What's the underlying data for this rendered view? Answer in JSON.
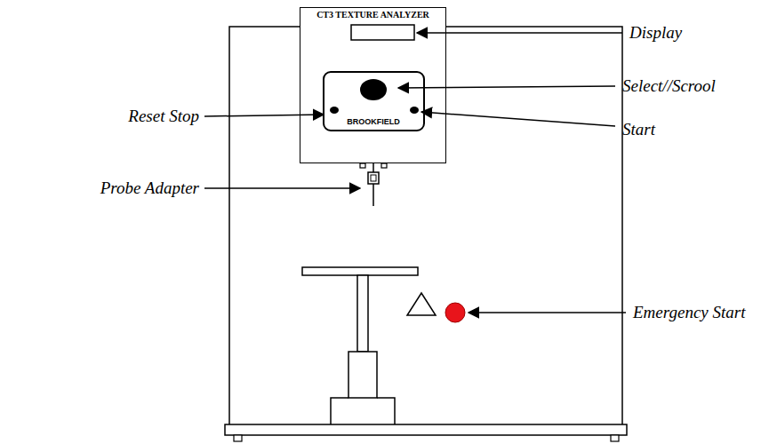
{
  "diagram": {
    "nodes": [
      {
        "text": [
          "CT3 TEXTURE ANALYZER"
        ]
      },
      {
        "text": [
          "BROOKFIELD"
        ],
        "in": 0
      }
    ],
    "labels": [
      "Display",
      "Select//Scrool",
      "Reset Stop",
      "Start",
      "Probe Adapter",
      "Emergency Start"
    ]
  }
}
